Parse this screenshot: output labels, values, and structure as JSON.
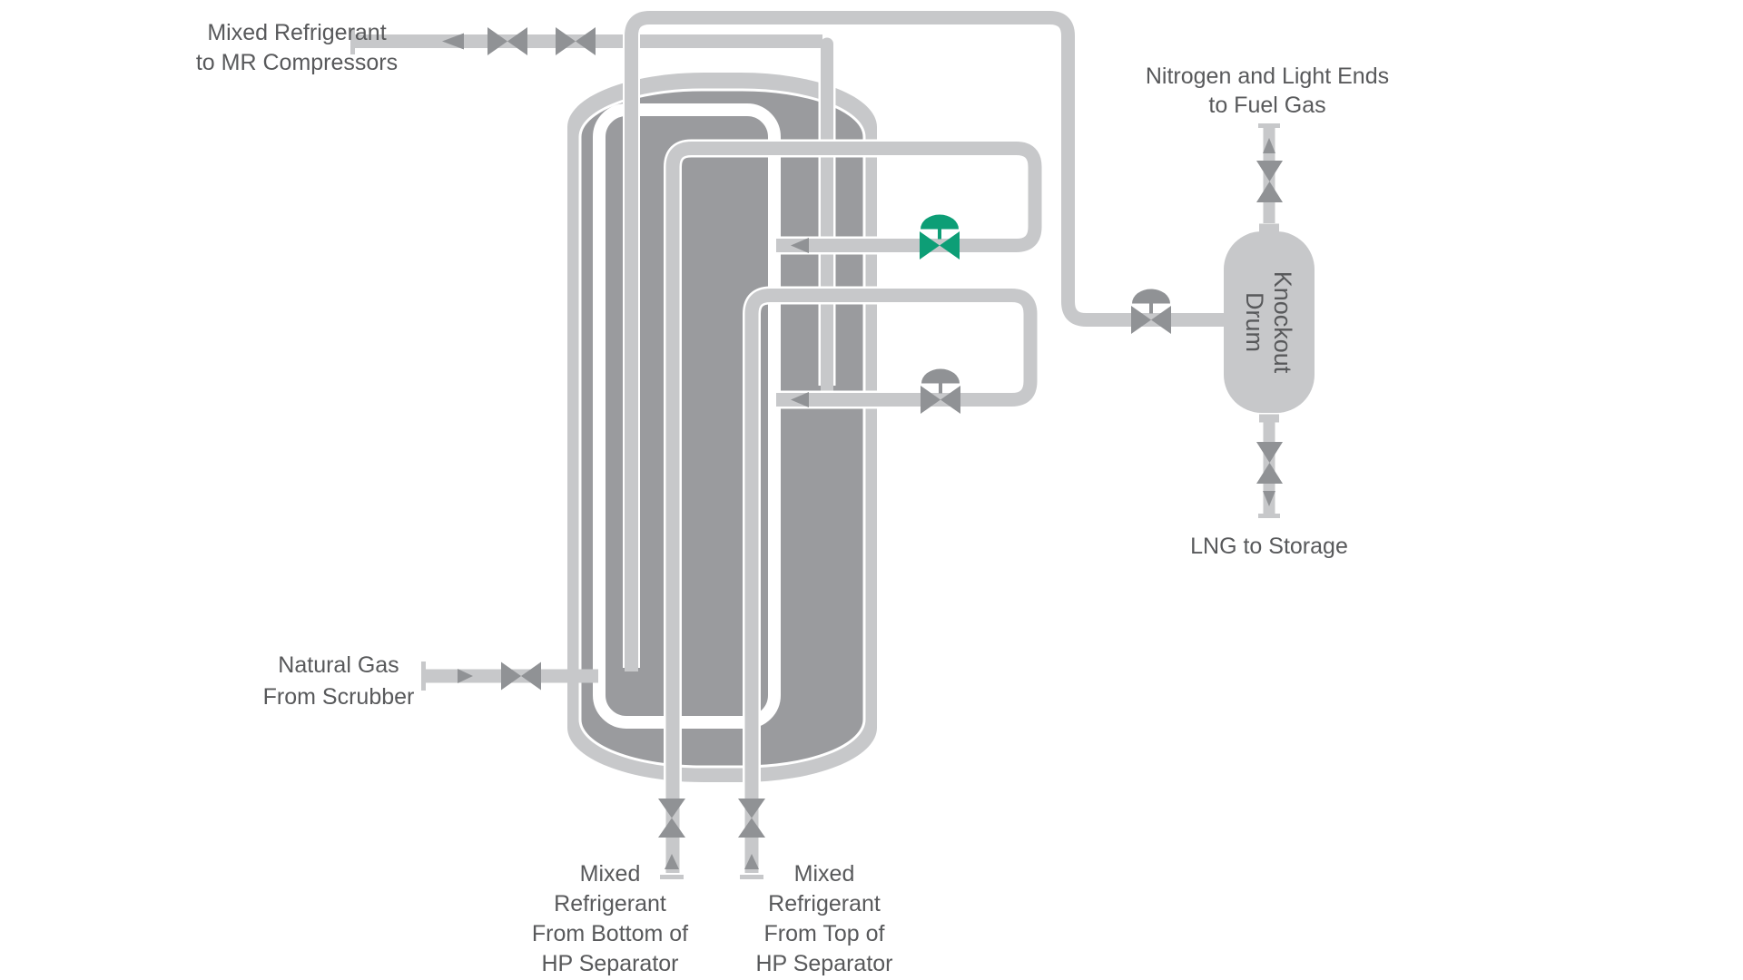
{
  "diagram": {
    "colors": {
      "bg": "#ffffff",
      "pipe": "#c7c8ca",
      "wall": "#c7c8ca",
      "interior": "#9a9b9e",
      "coil": "#ffffff",
      "valve": "#909295",
      "valveOpen": "#0d9e76",
      "label": "#58595b"
    },
    "icons": {
      "block_valve": "bowtie (two facing triangles)",
      "control_valve": "bowtie with dome actuator",
      "flow_arrow": "solid triangle on pipe",
      "pipe_cap": "short bar at pipe end"
    },
    "labels": {
      "mr_to_compressors": {
        "line1": "Mixed Refrigerant",
        "line2": "to MR Compressors"
      },
      "nitrogen_to_fuel_gas": {
        "line1": "Nitrogen and Light Ends",
        "line2": "to Fuel Gas"
      },
      "lng_to_storage": {
        "text": "LNG to Storage"
      },
      "natural_gas_from_scrubber": {
        "line1": "Natural Gas",
        "line2": "From Scrubber"
      },
      "mr_from_bottom": {
        "line1": "Mixed",
        "line2": "Refrigerant",
        "line3": "From Bottom of",
        "line4": "HP Separator"
      },
      "mr_from_top": {
        "line1": "Mixed",
        "line2": "Refrigerant",
        "line3": "From Top of",
        "line4": "HP Separator"
      },
      "knockout_drum": {
        "line1": "Knockout",
        "line2": "Drum"
      }
    }
  }
}
